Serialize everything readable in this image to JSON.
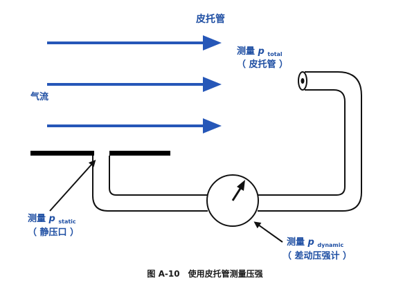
{
  "diagram": {
    "title": "皮托管",
    "airflow_label": "气流",
    "total_label": {
      "prefix": "测量 ",
      "symbol": "p",
      "subscript": "total",
      "sub_line": "（ 皮托管 ）"
    },
    "static_label": {
      "prefix": "测量 ",
      "symbol": "p",
      "subscript": "static",
      "sub_line": "（ 静压口 ）"
    },
    "dynamic_label": {
      "prefix": "测量 ",
      "symbol": "p",
      "subscript": "dynamic",
      "sub_line": "（ 差动压强计 ）"
    },
    "caption": "图 A-10　使用皮托管测量压强",
    "colors": {
      "flow_arrow": "#2657b8",
      "label_text": "#1f4fa3",
      "line": "#111111",
      "surface": "#000000"
    }
  }
}
